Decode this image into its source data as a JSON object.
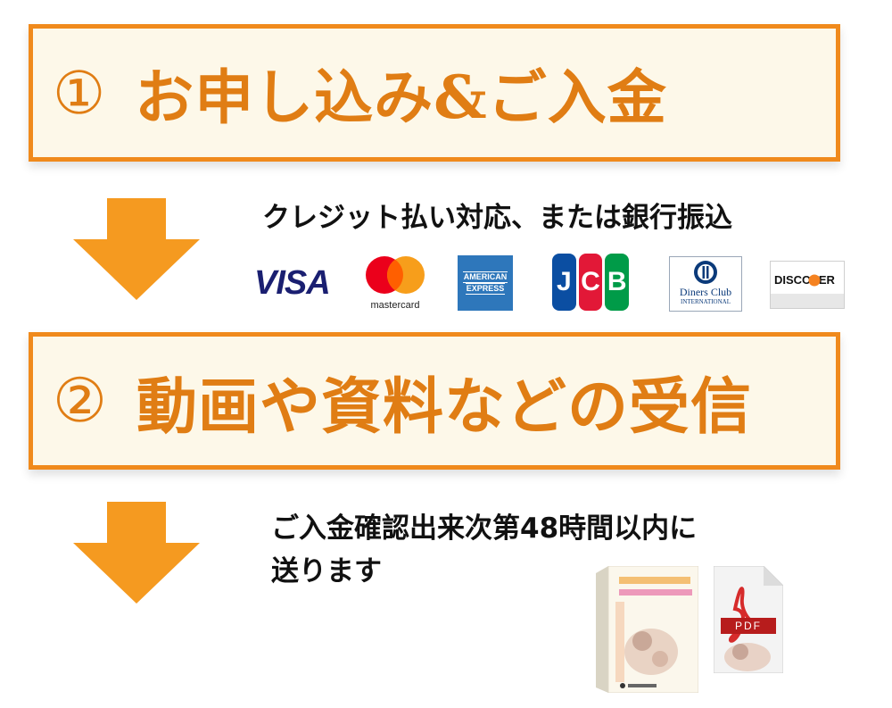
{
  "step1": {
    "number": "①",
    "title": "お申し込み&ご入金"
  },
  "step1_note": "クレジット払い対応、または銀行振込",
  "cards": {
    "visa": "VISA",
    "mastercard": "mastercard",
    "amex_line1": "AMERICAN",
    "amex_line2": "EXPRESS",
    "jcb": [
      "J",
      "C",
      "B"
    ],
    "diners_name": "Diners Club",
    "diners_sub": "INTERNATIONAL",
    "discover": "DISCOVER"
  },
  "step2": {
    "number": "②",
    "title": "動画や資料などの受信"
  },
  "step2_note_line1": "ご入金確認出来次第48時間以内に",
  "step2_note_line2": "送ります",
  "pdf_label": "PDF",
  "colors": {
    "accent": "#f08a1c",
    "title": "#e07d14",
    "box_bg": "#fdf8e9",
    "arrow": "#f59a20"
  }
}
